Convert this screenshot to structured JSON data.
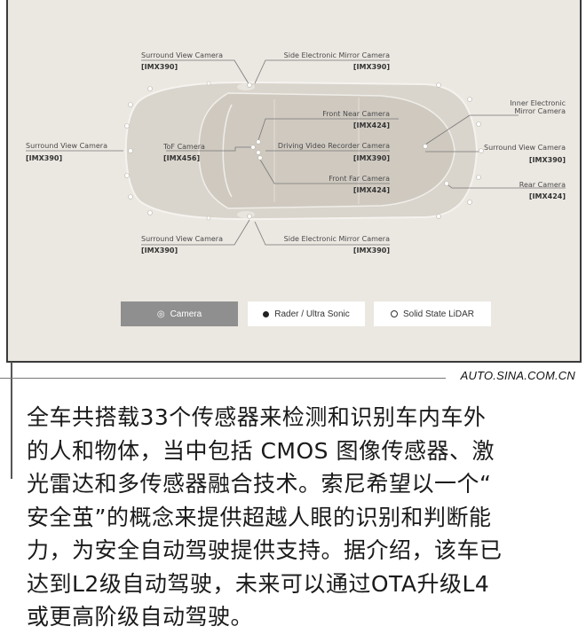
{
  "figure": {
    "labels": {
      "surround_top": {
        "name": "Surround View Camera",
        "model": "[IMX390]"
      },
      "mirror_top": {
        "name": "Side Electronic Mirror Camera",
        "model": "[IMX390]"
      },
      "inner_mirror": {
        "name_line1": "Inner Electronic",
        "name_line2": "Mirror Camera"
      },
      "front_near": {
        "name": "Front Near Camera",
        "model": "[IMX424]"
      },
      "surround_left": {
        "name": "Surround View Camera",
        "model": "[IMX390]"
      },
      "tof": {
        "name": "ToF Camera",
        "model": "[IMX456]"
      },
      "dvr": {
        "name": "Driving Video Recorder Camera",
        "model": "[IMX390]"
      },
      "surround_right": {
        "name": "Surround View Camera",
        "model": "[IMX390]"
      },
      "front_far": {
        "name": "Front Far Camera",
        "model": "[IMX424]"
      },
      "rear": {
        "name": "Rear Camera",
        "model": "[IMX424]"
      },
      "surround_bottom": {
        "name": "Surround View Camera",
        "model": "[IMX390]"
      },
      "mirror_bottom": {
        "name": "Side Electronic Mirror Camera",
        "model": "[IMX390]"
      }
    },
    "legend": {
      "camera": "Camera",
      "radar": "Rader / Ultra Sonic",
      "lidar": "Solid State LiDAR"
    },
    "colors": {
      "background": "#ebe7e1",
      "car_body": "#d9d4cc",
      "camera_active": "#8f8f8f"
    }
  },
  "watermark": "AUTO.SINA.COM.CN",
  "article": {
    "lines": [
      "全车共搭载33个传感器来检测和识别车内车外",
      "的人和物体，当中包括 CMOS 图像传感器、激",
      "光雷达和多传感器融合技术。索尼希望以一个“",
      "安全茧”的概念来提供超越人眼的识别和判断能",
      "力，为安全自动驾驶提供支持。据介绍，该车已",
      "达到L2级自动驾驶，未来可以通过OTA升级L4",
      "或更高阶级自动驾驶。"
    ]
  }
}
